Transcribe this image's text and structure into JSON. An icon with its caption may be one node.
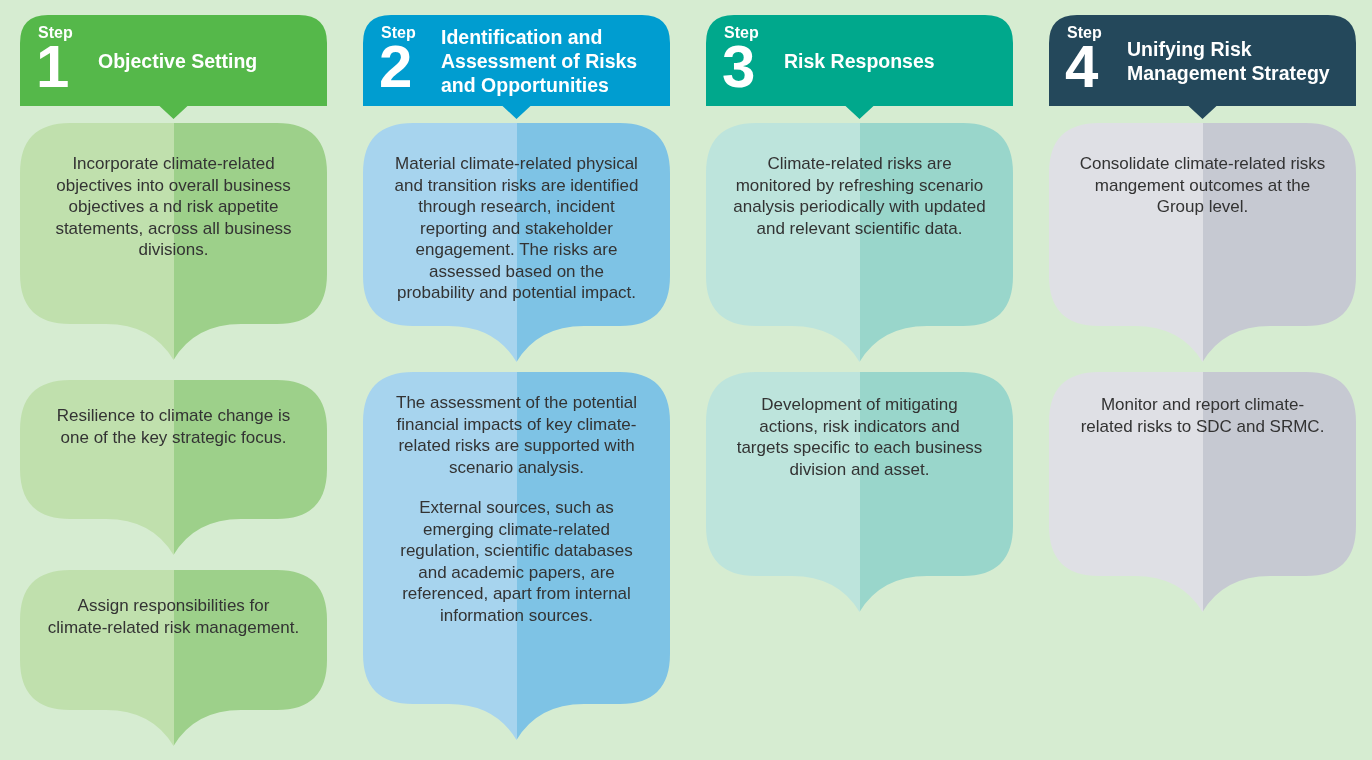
{
  "diagram": {
    "nodes": [
      {
        "text": [
          "Step",
          "1",
          "Objective Setting"
        ]
      },
      {
        "text": [
          "Incorporate climate-related objectives into overall business objectives a nd risk appetite statements, across all business divisions."
        ]
      },
      {
        "text": [
          "Resilience to climate change is one of the key strategic focus."
        ]
      },
      {
        "text": [
          "Assign responsibilities for climate-related risk management."
        ]
      },
      {
        "text": [
          "Step",
          "2",
          "Identification and Assessment of Risks and Opportunities"
        ]
      },
      {
        "text": [
          "Material climate-related physical and transition risks are identified through research, incident reporting and stakeholder engagement. The risks are assessed based on the probability and potential impact."
        ]
      },
      {
        "text": [
          "The assessment of the potential financial impacts of key climate-related risks are supported with scenario analysis.",
          "External sources, such as emerging climate-related regulation, scientific databases and academic papers, are referenced, apart from internal information sources."
        ]
      },
      {
        "text": [
          "Step",
          "3",
          "Risk Responses"
        ]
      },
      {
        "text": [
          "Climate-related risks are monitored by refreshing scenario analysis periodically with updated and relevant scientific data."
        ]
      },
      {
        "text": [
          "Development of mitigating actions, risk indicators and targets specific to each business division and asset."
        ]
      },
      {
        "text": [
          "Step",
          "4",
          "Unifying Risk Management Strategy"
        ]
      },
      {
        "text": [
          "Consolidate climate-related risks mangement outcomes at the Group level."
        ]
      },
      {
        "text": [
          "Monitor and report climate-related risks to SDC and SRMC."
        ]
      }
    ]
  }
}
